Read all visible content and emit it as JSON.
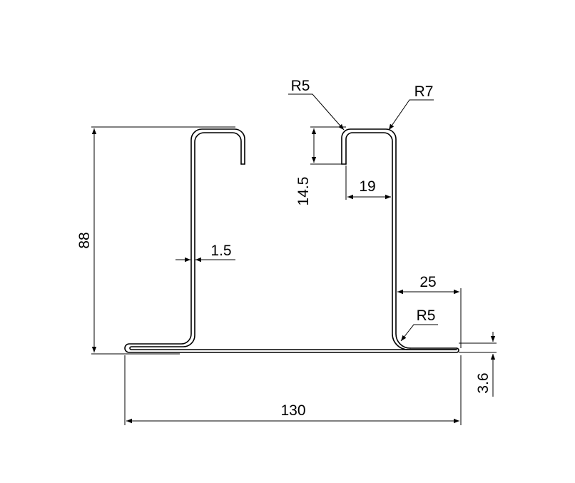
{
  "drawing": {
    "dimensions": {
      "overall_width": "130",
      "total_height": "88",
      "thickness": "1.5",
      "top_hook_depth": "14.5",
      "top_hook_width": "19",
      "flange_extension": "25",
      "base_height": "3.6"
    },
    "radii": {
      "top_left_hook": "R5",
      "top_right_corner": "R7",
      "lower_right_corner": "R5"
    },
    "colors": {
      "line": "#000000",
      "background": "#ffffff"
    }
  }
}
